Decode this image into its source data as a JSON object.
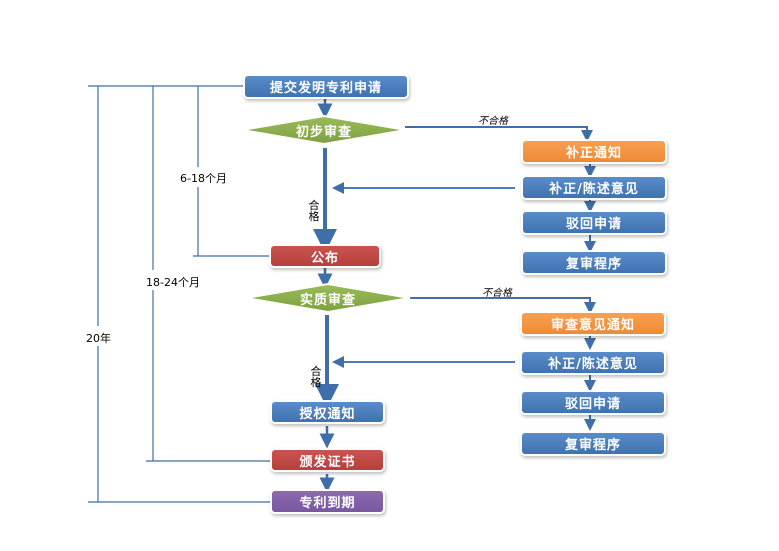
{
  "diagram": {
    "main_flow": {
      "submit": "提交发明专利申请",
      "preliminary_review": "初步审查",
      "publish": "公布",
      "substantive_review": "实质审查",
      "grant_notice": "授权通知",
      "issue_certificate": "颁发证书",
      "patent_expiry": "专利到期"
    },
    "branch_1": {
      "fail_label": "不合格",
      "pass_label": "合格",
      "items": [
        "补正通知",
        "补正/陈述意见",
        "驳回申请",
        "复审程序"
      ]
    },
    "branch_2": {
      "fail_label": "不合格",
      "pass_label": "合格",
      "items": [
        "审查意见通知",
        "补正/陈述意见",
        "驳回申请",
        "复审程序"
      ]
    },
    "durations": {
      "publish_period": "6-18个月",
      "certificate_period": "18-24个月",
      "patent_term": "20年"
    },
    "colors": {
      "line": "#3f6ea8",
      "primary": "#4a7ebf",
      "publish": "#c0504d",
      "notice": "#f79646",
      "expiry": "#8064a2",
      "diamond": "#8fb050"
    }
  }
}
